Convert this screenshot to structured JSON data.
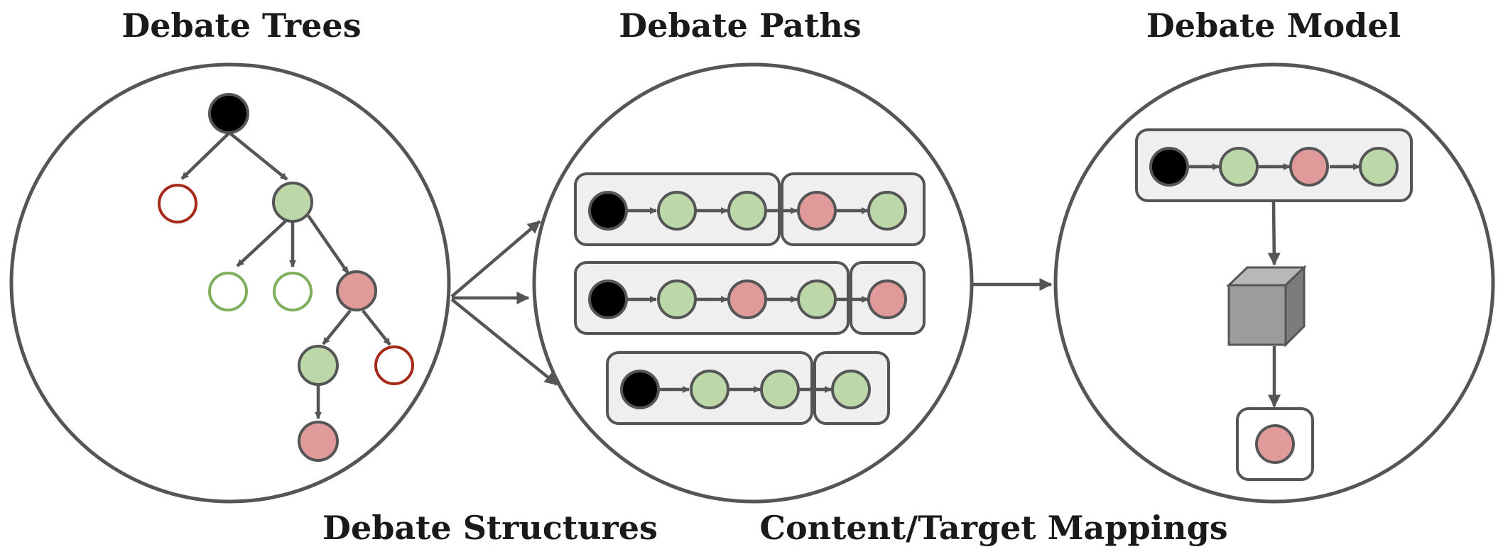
{
  "titles": {
    "debate_trees": "Debate Trees",
    "debate_paths": "Debate Paths",
    "debate_model": "Debate Model",
    "debate_structures": "Debate Structures",
    "content_target_mappings": "Content/Target Mappings"
  },
  "colors": {
    "root": "#000000",
    "support": "#bcd7a8",
    "attack": "#e09a9a",
    "support_outline": "#7fae5c",
    "attack_outline": "#a52a1a",
    "line": "#555555",
    "box": "#efefef",
    "cube_front": "#9c9c9c",
    "cube_top": "#b8b8b8",
    "cube_side": "#7c7c7c"
  }
}
